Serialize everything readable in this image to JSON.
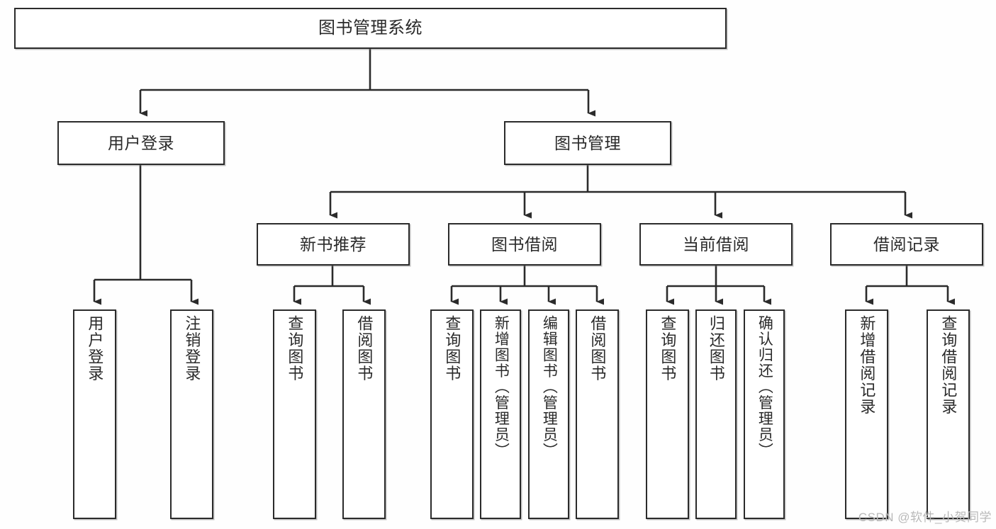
{
  "diagram": {
    "title": "图书管理系统",
    "type": "tree-hierarchy-chart",
    "watermark": "CSDN @软件_小贺同学",
    "colors": {
      "border": "#2b2b2b",
      "background": "#ffffff",
      "text": "#2a2a2a",
      "watermark": "#b9b9b9"
    },
    "root": {
      "label": "图书管理系统"
    },
    "level2": [
      {
        "label": "用户登录"
      },
      {
        "label": "图书管理"
      }
    ],
    "level3": [
      {
        "label": "新书推荐"
      },
      {
        "label": "图书借阅"
      },
      {
        "label": "当前借阅"
      },
      {
        "label": "借阅记录"
      }
    ],
    "leaves": {
      "user_login": [
        {
          "label": "用户登录"
        },
        {
          "label": "注销登录"
        }
      ],
      "new_book_recommend": [
        {
          "label": "查询图书"
        },
        {
          "label": "借阅图书"
        }
      ],
      "book_borrow": [
        {
          "label": "查询图书"
        },
        {
          "label": "新增图书（管理员）"
        },
        {
          "label": "编辑图书（管理员）"
        },
        {
          "label": "借阅图书"
        }
      ],
      "current_borrow": [
        {
          "label": "查询图书"
        },
        {
          "label": "归还图书"
        },
        {
          "label": "确认归还（管理员）"
        }
      ],
      "borrow_record": [
        {
          "label": "新增借阅记录"
        },
        {
          "label": "查询借阅记录"
        }
      ]
    }
  }
}
